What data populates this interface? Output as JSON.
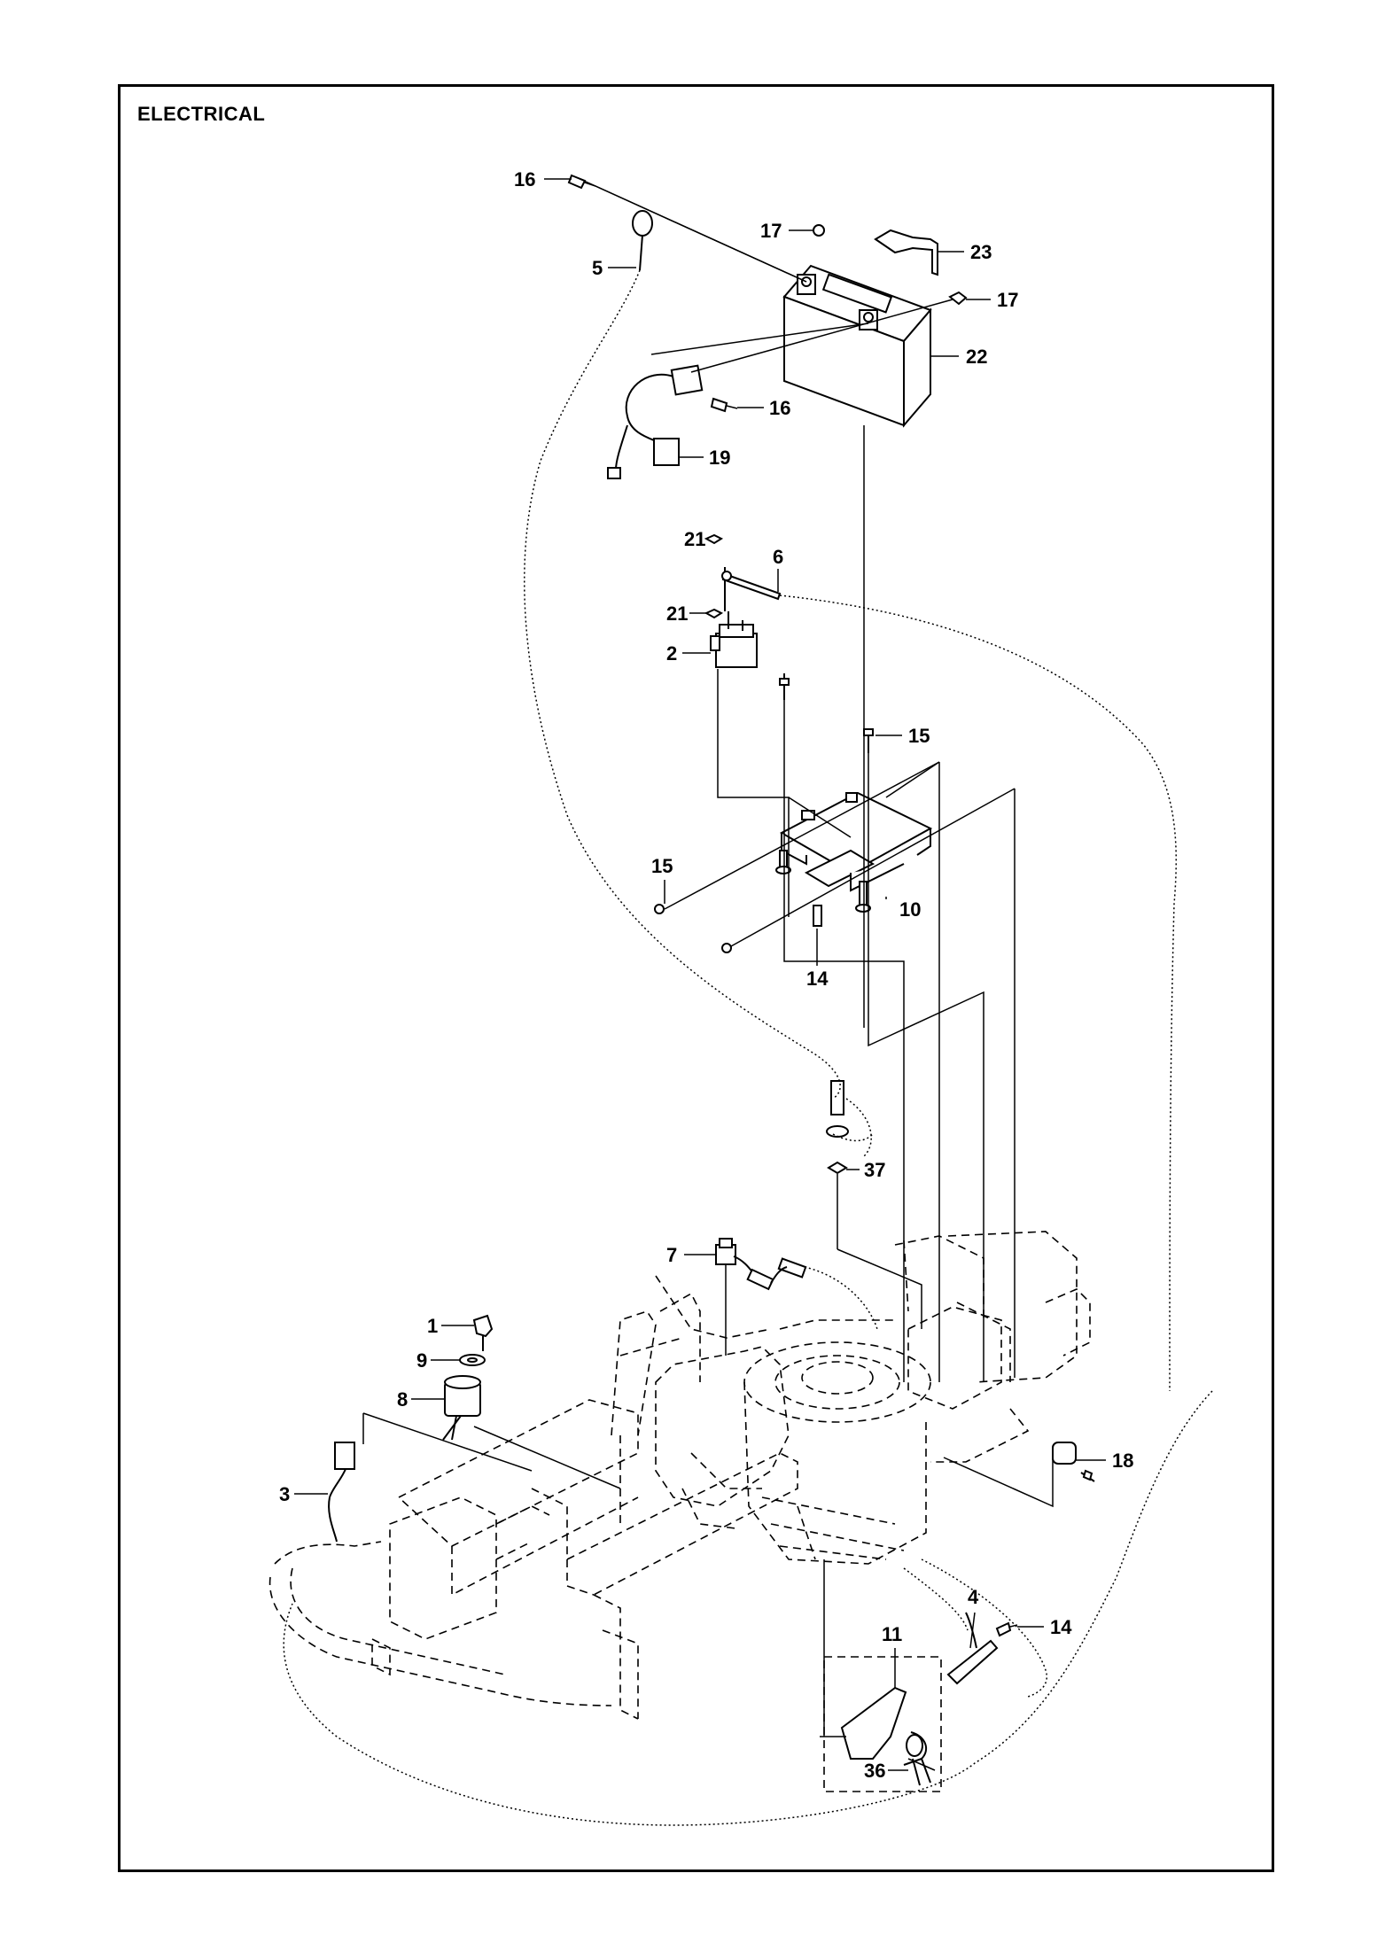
{
  "title": "ELECTRICAL",
  "callouts": [
    {
      "id": "c16a",
      "text": "16"
    },
    {
      "id": "c17a",
      "text": "17"
    },
    {
      "id": "c23",
      "text": "23"
    },
    {
      "id": "c5",
      "text": "5"
    },
    {
      "id": "c17b",
      "text": "17"
    },
    {
      "id": "c22",
      "text": "22"
    },
    {
      "id": "c16b",
      "text": "16"
    },
    {
      "id": "c19",
      "text": "19"
    },
    {
      "id": "c21a",
      "text": "21"
    },
    {
      "id": "c6",
      "text": "6"
    },
    {
      "id": "c21b",
      "text": "21"
    },
    {
      "id": "c2",
      "text": "2"
    },
    {
      "id": "c15a",
      "text": "15"
    },
    {
      "id": "c15b",
      "text": "15"
    },
    {
      "id": "c10",
      "text": "10"
    },
    {
      "id": "c14a",
      "text": "14"
    },
    {
      "id": "c37",
      "text": "37"
    },
    {
      "id": "c7",
      "text": "7"
    },
    {
      "id": "c1",
      "text": "1"
    },
    {
      "id": "c9",
      "text": "9"
    },
    {
      "id": "c8",
      "text": "8"
    },
    {
      "id": "c18",
      "text": "18"
    },
    {
      "id": "c3",
      "text": "3"
    },
    {
      "id": "c4",
      "text": "4"
    },
    {
      "id": "c11",
      "text": "11"
    },
    {
      "id": "c14b",
      "text": "14"
    },
    {
      "id": "c36",
      "text": "36"
    }
  ]
}
